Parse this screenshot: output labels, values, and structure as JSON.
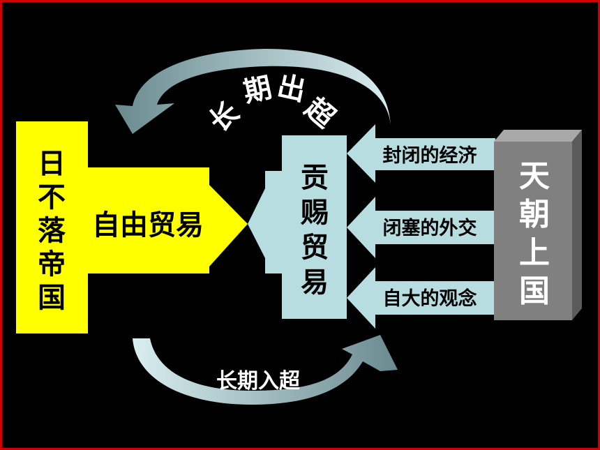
{
  "left_box": {
    "label": "日不落帝国"
  },
  "free_trade_arrow": {
    "label": "自由贸易"
  },
  "tribute_box": {
    "label": "贡赐贸易"
  },
  "causes": [
    {
      "label": "封闭的经济"
    },
    {
      "label": "闭塞的外交"
    },
    {
      "label": "自大的观念"
    }
  ],
  "right_box": {
    "label": "天朝上国"
  },
  "top_arc": {
    "label": "长期出超"
  },
  "bottom_arc": {
    "label": "长期入超"
  },
  "colors": {
    "background": "#000000",
    "border": "#d00000",
    "yellow": "#ffff00",
    "light_blue": "#b7dde0",
    "arc_gradient_light": "#d9eef0",
    "arc_gradient_dark": "#5f7f86",
    "gray_front": "#808080",
    "gray_side": "#5a5a5a",
    "gray_top": "#a8a8a8"
  }
}
